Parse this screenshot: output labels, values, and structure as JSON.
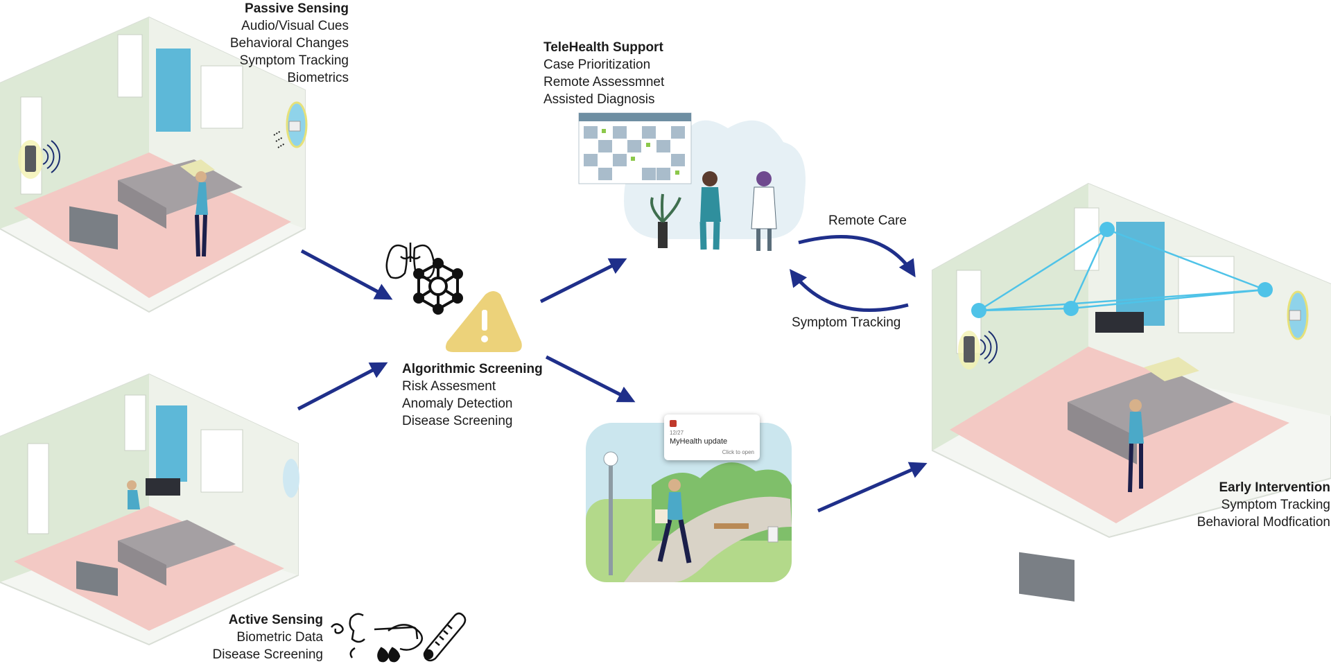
{
  "passive_sensing": {
    "title": "Passive Sensing",
    "items": [
      "Audio/Visual Cues",
      "Behavioral Changes",
      "Symptom Tracking",
      "Biometrics"
    ]
  },
  "active_sensing": {
    "title": "Active Sensing",
    "items": [
      "Biometric Data",
      "Disease Screening"
    ]
  },
  "telehealth": {
    "title": "TeleHealth Support",
    "items": [
      "Case Prioritization",
      "Remote Assessmnet",
      "Assisted Diagnosis"
    ]
  },
  "algorithmic": {
    "title": "Algorithmic Screening",
    "items": [
      "Risk Assesment",
      "Anomaly Detection",
      "Disease Screening"
    ]
  },
  "early_intervention": {
    "title": "Early Intervention",
    "items": [
      "Symptom Tracking",
      "Behavioral Modfication"
    ]
  },
  "arrows": {
    "remote_care": "Remote Care",
    "symptom_tracking": "Symptom Tracking"
  },
  "notification": {
    "date": "12/27",
    "title": "MyHealth update",
    "cta": "Click to open"
  },
  "colors": {
    "arrow": "#1f2f8a",
    "warning": "#ecd27a",
    "floor": "#f3c9c4",
    "wall_green": "#dde9d6",
    "sensor_cyan": "#4fc3e8",
    "patient_teal": "#4ba9c8"
  },
  "icons": [
    "lungs-icon",
    "network-icon",
    "warning-icon",
    "cough-icon",
    "nose-swab-icon",
    "thermometer-icon",
    "speaker-icon",
    "sensor-icon"
  ]
}
